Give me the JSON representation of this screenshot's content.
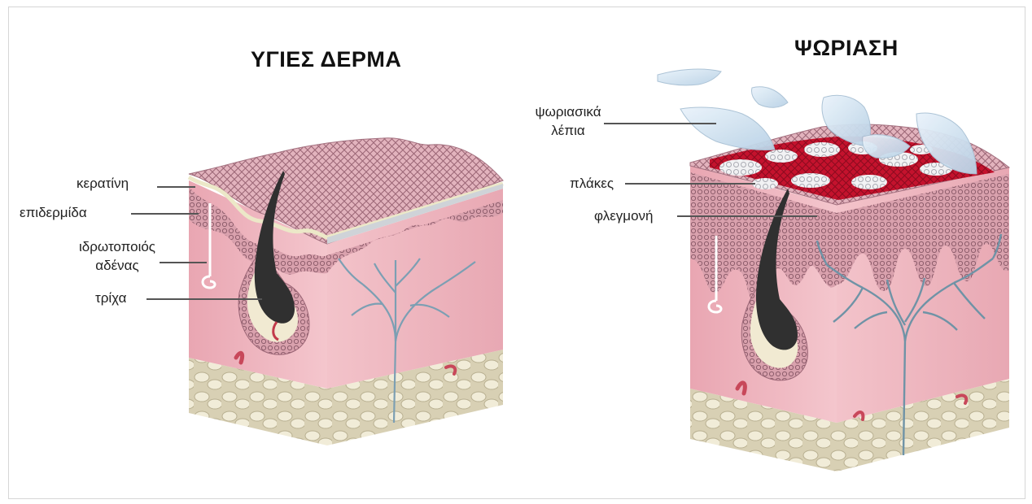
{
  "healthy": {
    "title": "ΥΓΙΕΣ ΔΕΡΜΑ",
    "labels": {
      "keratin": "κερατίνη",
      "epidermis": "επιδερμίδα",
      "sweat_gland_line1": "ιδρωτοποιός",
      "sweat_gland_line2": "αδένας",
      "hair": "τρίχα"
    }
  },
  "psoriasis": {
    "title": "ΨΩΡΙΑΣΗ",
    "labels": {
      "scales_line1": "ψωριασικά",
      "scales_line2": "λέπια",
      "plaques": "πλάκες",
      "inflammation": "φλεγμονή"
    }
  },
  "colors": {
    "skin_pink": "#efb6bf",
    "skin_shadow": "#e39aa7",
    "epidermis_mesh": "#b07a8a",
    "plaque_red": "#c4122d",
    "fat_cream": "#ece6cf",
    "vessel_blue": "#6f93a6",
    "hair_dark": "#2e2e2e",
    "scale_blue": "#d6e6f3"
  }
}
